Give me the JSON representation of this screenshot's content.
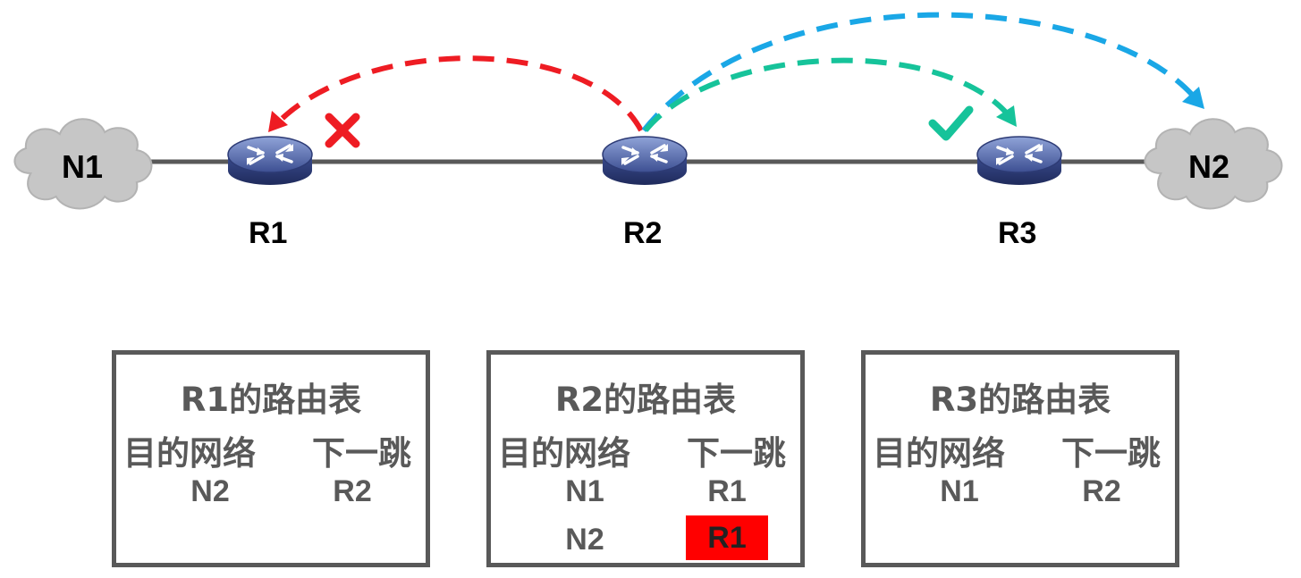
{
  "nodes": {
    "n1": "N1",
    "n2": "N2",
    "r1": "R1",
    "r2": "R2",
    "r3": "R3",
    "router_caption": "ROUTER"
  },
  "tables": [
    {
      "title": "R1的路由表",
      "col_dest": "目的网络",
      "col_next": "下一跳",
      "rows": [
        {
          "dest": "N2",
          "next": "R2",
          "highlight": false
        }
      ]
    },
    {
      "title": "R2的路由表",
      "col_dest": "目的网络",
      "col_next": "下一跳",
      "rows": [
        {
          "dest": "N1",
          "next": "R1",
          "highlight": false
        },
        {
          "dest": "N2",
          "next": "R1",
          "highlight": true
        }
      ]
    },
    {
      "title": "R3的路由表",
      "col_dest": "目的网络",
      "col_next": "下一跳",
      "rows": [
        {
          "dest": "N1",
          "next": "R2",
          "highlight": false
        }
      ]
    }
  ],
  "colors": {
    "wrong_path": "#ee1c23",
    "blue_path": "#1aa7e6",
    "green_path": "#16c39a",
    "link": "#595959",
    "highlight": "#ff0000"
  }
}
